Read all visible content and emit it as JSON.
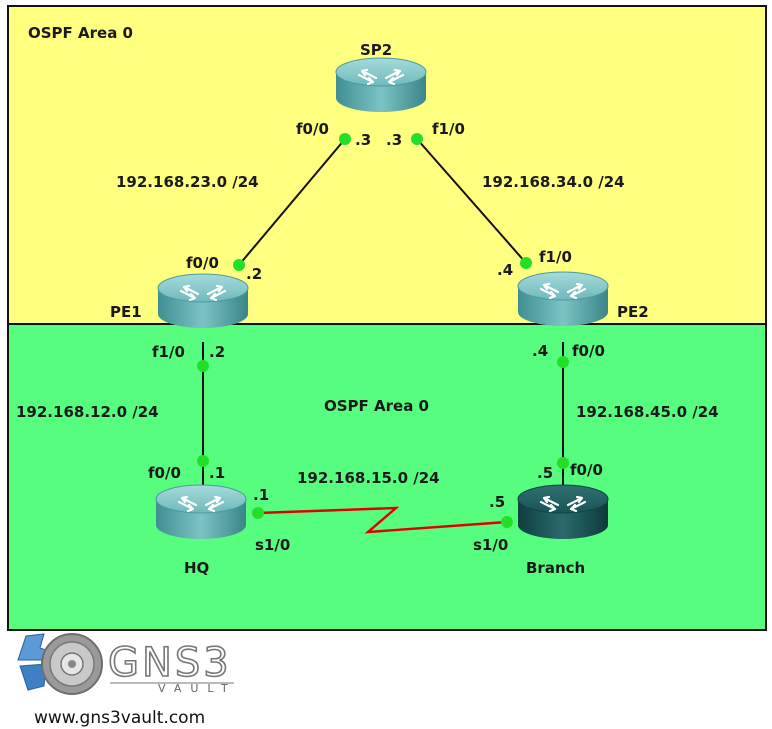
{
  "areas": {
    "top_label": "OSPF Area 0",
    "bottom_label": "OSPF Area 0",
    "top_color": "#ffff80",
    "bottom_color": "#57fd7f"
  },
  "routers": {
    "sp2": "SP2",
    "pe1": "PE1",
    "pe2": "PE2",
    "hq": "HQ",
    "branch": "Branch"
  },
  "links": {
    "sp2_pe1": {
      "network": "192.168.23.0 /24",
      "sp2_iface": "f0/0",
      "sp2_ip": ".3",
      "pe1_iface": "f0/0",
      "pe1_ip": ".2"
    },
    "sp2_pe2": {
      "network": "192.168.34.0 /24",
      "sp2_iface": "f1/0",
      "sp2_ip": ".3",
      "pe2_iface": "f1/0",
      "pe2_ip": ".4"
    },
    "pe1_hq": {
      "network": "192.168.12.0 /24",
      "pe1_iface": "f1/0",
      "pe1_ip": ".2",
      "hq_iface": "f0/0",
      "hq_ip": ".1"
    },
    "pe2_branch": {
      "network": "192.168.45.0 /24",
      "pe2_iface": "f0/0",
      "pe2_ip": ".4",
      "branch_iface": "f0/0",
      "branch_ip": ".5"
    },
    "hq_branch": {
      "network": "192.168.15.0 /24",
      "hq_iface": "s1/0",
      "hq_ip": ".1",
      "branch_iface": "s1/0",
      "branch_ip": ".5",
      "color": "#e00000"
    }
  },
  "footer": {
    "logo_big": "GNS3",
    "logo_small": "VAULT",
    "url": "www.gns3vault.com"
  }
}
